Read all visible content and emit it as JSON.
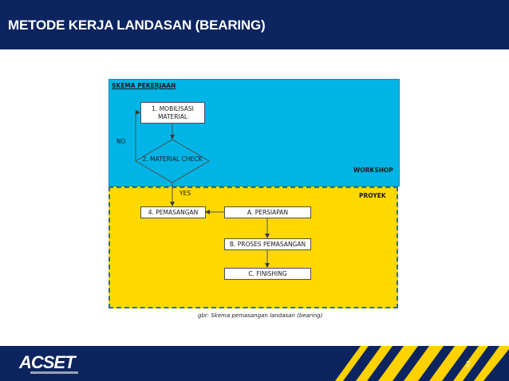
{
  "slide": {
    "title": "METODE KERJA  LANDASAN (BEARING)",
    "page_number": "2"
  },
  "diagram": {
    "heading": "SKEMA PEKERJAAN",
    "zones": {
      "workshop": "WORKSHOP",
      "proyek": "PROYEK"
    },
    "steps": {
      "mobilisasi": "1. MOBILISASI\nMATERIAL",
      "material_check": "2. MATERIAL  CHECK",
      "pemasangan": "4. PEMASANGAN",
      "persiapan": "A. PERSIAPAN",
      "proses": "B. PROSES PEMASANGAN",
      "finishing": "C. FINISHING"
    },
    "edges": {
      "no": "NO",
      "yes": "YES"
    },
    "caption": "gbr:  Skema pemasangan  landasan (bearing)"
  },
  "footer": {
    "logo": "ACSET"
  },
  "colors": {
    "navy": "#0c2460",
    "workshop": "#00b4e6",
    "proyek": "#ffd800",
    "stripe": "#ffd200"
  }
}
